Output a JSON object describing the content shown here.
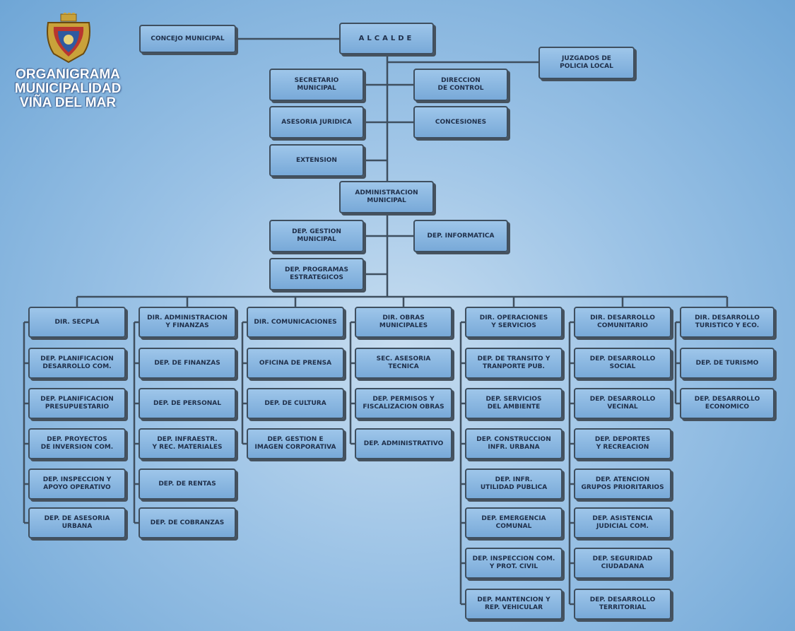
{
  "header": {
    "title": "ORGANIGRAMA\nMUNICIPALIDAD\nVIÑA DEL MAR"
  },
  "colors": {
    "box_fill": "#8fb9e3",
    "box_border": "#3f4f5f",
    "connector": "#3f4f5f",
    "title_text": "#ffffff",
    "background": "#9cc3e6"
  },
  "nodes": {
    "concejo": "CONCEJO MUNICIPAL",
    "alcalde": "ALCALDE",
    "juzgados": "JUZGADOS DE\nPOLICIA LOCAL",
    "secretario": "SECRETARIO\nMUNICIPAL",
    "direccion_control": "DIRECCION\nDE CONTROL",
    "asesoria_juridica": "ASESORIA JURIDICA",
    "concesiones": "CONCESIONES",
    "extension": "EXTENSION",
    "administracion": "ADMINISTRACION\nMUNICIPAL",
    "dep_gestion": "DEP. GESTION\nMUNICIPAL",
    "dep_informatica": "DEP. INFORMATICA",
    "dep_programas": "DEP. PROGRAMAS\nESTRATEGICOS"
  },
  "directorates": [
    {
      "head": "DIR. SECPLA",
      "deps": [
        "DEP. PLANIFICACION\nDESARROLLO COM.",
        "DEP. PLANIFICACION\nPRESUPUESTARIO",
        "DEP. PROYECTOS\nDE INVERSION COM.",
        "DEP. INSPECCION Y\nAPOYO OPERATIVO",
        "DEP. DE ASESORIA\nURBANA"
      ]
    },
    {
      "head": "DIR. ADMINISTRACION\nY FINANZAS",
      "deps": [
        "DEP. DE FINANZAS",
        "DEP. DE PERSONAL",
        "DEP. INFRAESTR.\nY REC. MATERIALES",
        "DEP. DE RENTAS",
        "DEP. DE COBRANZAS"
      ]
    },
    {
      "head": "DIR. COMUNICACIONES",
      "deps": [
        "OFICINA DE PRENSA",
        "DEP. DE CULTURA",
        "DEP. GESTION E\nIMAGEN CORPORATIVA"
      ]
    },
    {
      "head": "DIR. OBRAS\nMUNICIPALES",
      "deps": [
        "SEC. ASESORIA\nTECNICA",
        "DEP. PERMISOS Y\nFISCALIZACION OBRAS",
        "DEP. ADMINISTRATIVO"
      ]
    },
    {
      "head": "DIR. OPERACIONES\nY SERVICIOS",
      "deps": [
        "DEP. DE TRANSITO Y\nTRANPORTE PUB.",
        "DEP. SERVICIOS\nDEL AMBIENTE",
        "DEP. CONSTRUCCION\nINFR. URBANA",
        "DEP. INFR.\nUTILIDAD PUBLICA",
        "DEP. EMERGENCIA\nCOMUNAL",
        "DEP. INSPECCION COM.\nY PROT. CIVIL",
        "DEP. MANTENCION Y\nREP. VEHICULAR"
      ]
    },
    {
      "head": "DIR. DESARROLLO\nCOMUNITARIO",
      "deps": [
        "DEP. DESARROLLO\nSOCIAL",
        "DEP. DESARROLLO\nVECINAL",
        "DEP. DEPORTES\nY RECREACION",
        "DEP. ATENCION\nGRUPOS PRIORITARIOS",
        "DEP. ASISTENCIA\nJUDICIAL COM.",
        "DEP. SEGURIDAD\nCIUDADANA",
        "DEP. DESARROLLO\nTERRITORIAL"
      ]
    },
    {
      "head": "DIR. DESARROLLO\nTURISTICO Y ECO.",
      "deps": [
        "DEP. DE TURISMO",
        "DEP. DESARROLLO\nECONOMICO"
      ]
    }
  ]
}
